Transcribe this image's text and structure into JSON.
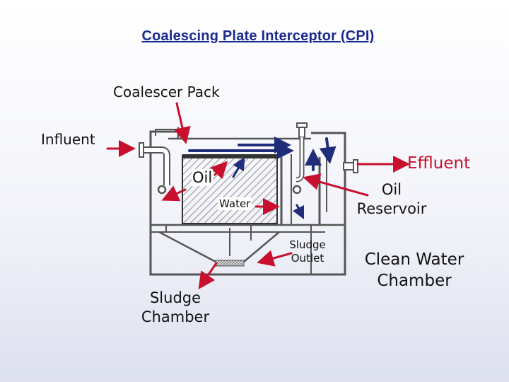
{
  "title": "Coalescing Plate Interceptor (CPI)",
  "labels": {
    "coalescer_pack": "Coalescer Pack",
    "influent": "Influent",
    "oil": "Oil",
    "water": "Water",
    "effluent": "Effluent",
    "oil_reservoir": "Oil\nReservoir",
    "sludge_outlet": "Sludge\nOutlet",
    "clean_water_chamber": "Clean Water\nChamber",
    "sludge_chamber": "Sludge\nChamber"
  },
  "colors": {
    "title": "#1a2a8c",
    "pointer_arrow": "#c8102e",
    "flow_arrow": "#1f2d7a",
    "effluent_text": "#c8102e",
    "outline": "#555555"
  }
}
